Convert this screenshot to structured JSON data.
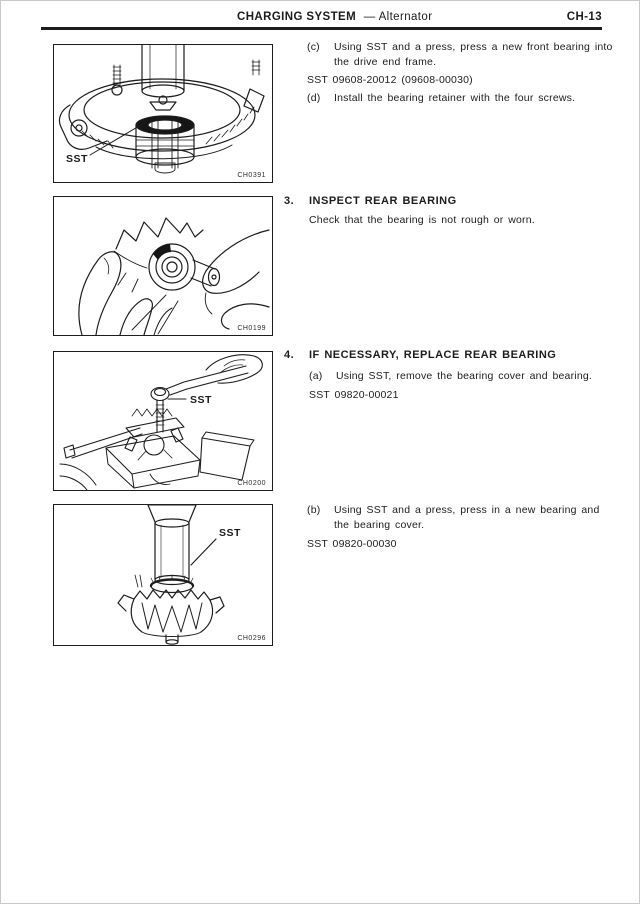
{
  "page": {
    "paper_color": "#ffffff",
    "ink_color": "#1c1c1c"
  },
  "header": {
    "section_title": "CHARGING SYSTEM",
    "section_subtitle": "—  Alternator",
    "page_code": "CH-13"
  },
  "figures": [
    {
      "code": "CH0391",
      "sst": "SST",
      "alt": "press-front-bearing-into-drive-end-frame"
    },
    {
      "code": "CH0199",
      "sst": "",
      "alt": "inspect-rear-bearing-by-hand"
    },
    {
      "code": "CH0200",
      "sst": "SST",
      "alt": "remove-bearing-cover-with-sst-wrench"
    },
    {
      "code": "CH0296",
      "sst": "SST",
      "alt": "press-in-new-rear-bearing"
    }
  ],
  "content": {
    "block_cd": {
      "step_c_label": "(c)",
      "step_c_line1": "Using SST and a press, press a new front bearing into",
      "step_c_line2": "the drive end frame.",
      "sst_line": "SST 09608-20012 (09608-00030)",
      "step_d_label": "(d)",
      "step_d_text": "Install the bearing retainer with the four screws."
    },
    "section3": {
      "number": "3.",
      "heading": "INSPECT REAR BEARING",
      "body": "Check that the bearing is not rough or worn."
    },
    "section4": {
      "number": "4.",
      "heading": "IF NECESSARY, REPLACE REAR BEARING",
      "step_a_label": "(a)",
      "step_a_text": "Using SST, remove the bearing cover and bearing.",
      "sst_line": "SST 09820-00021"
    },
    "block_b": {
      "step_b_label": "(b)",
      "step_b_line1": "Using SST and a press, press in a new bearing and",
      "step_b_line2": "the bearing cover.",
      "sst_line": "SST 09820-00030"
    }
  }
}
